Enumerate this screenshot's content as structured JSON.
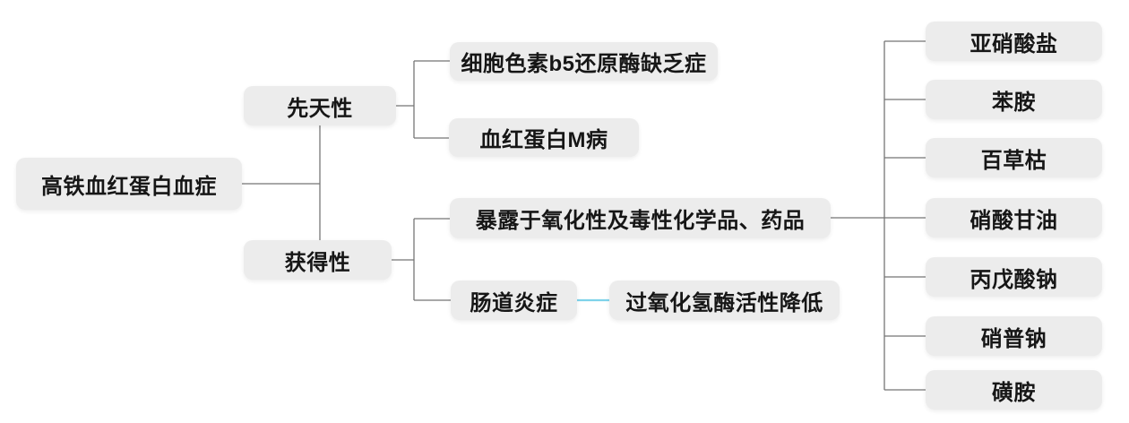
{
  "mindmap": {
    "root": {
      "label": "高铁血红蛋白血症"
    },
    "branches": [
      {
        "label": "先天性",
        "children": [
          {
            "label": "细胞色素b5还原酶缺乏症"
          },
          {
            "label": "血红蛋白M病"
          }
        ]
      },
      {
        "label": "获得性",
        "children": [
          {
            "label": "暴露于氧化性及毒性化学品、药品",
            "children": [
              {
                "label": "亚硝酸盐"
              },
              {
                "label": "苯胺"
              },
              {
                "label": "百草枯"
              },
              {
                "label": "硝酸甘油"
              },
              {
                "label": "丙戊酸钠"
              },
              {
                "label": "硝普钠"
              },
              {
                "label": "磺胺"
              }
            ]
          },
          {
            "label": "肠道炎症",
            "children": [
              {
                "label": "过氧化氢酶活性降低"
              }
            ]
          }
        ]
      }
    ],
    "colors": {
      "node_background": "#ececec",
      "node_text": "#161616",
      "connector": "#757575",
      "highlight_connector": "#7ed3ea",
      "canvas_background": "#ffffff"
    }
  }
}
